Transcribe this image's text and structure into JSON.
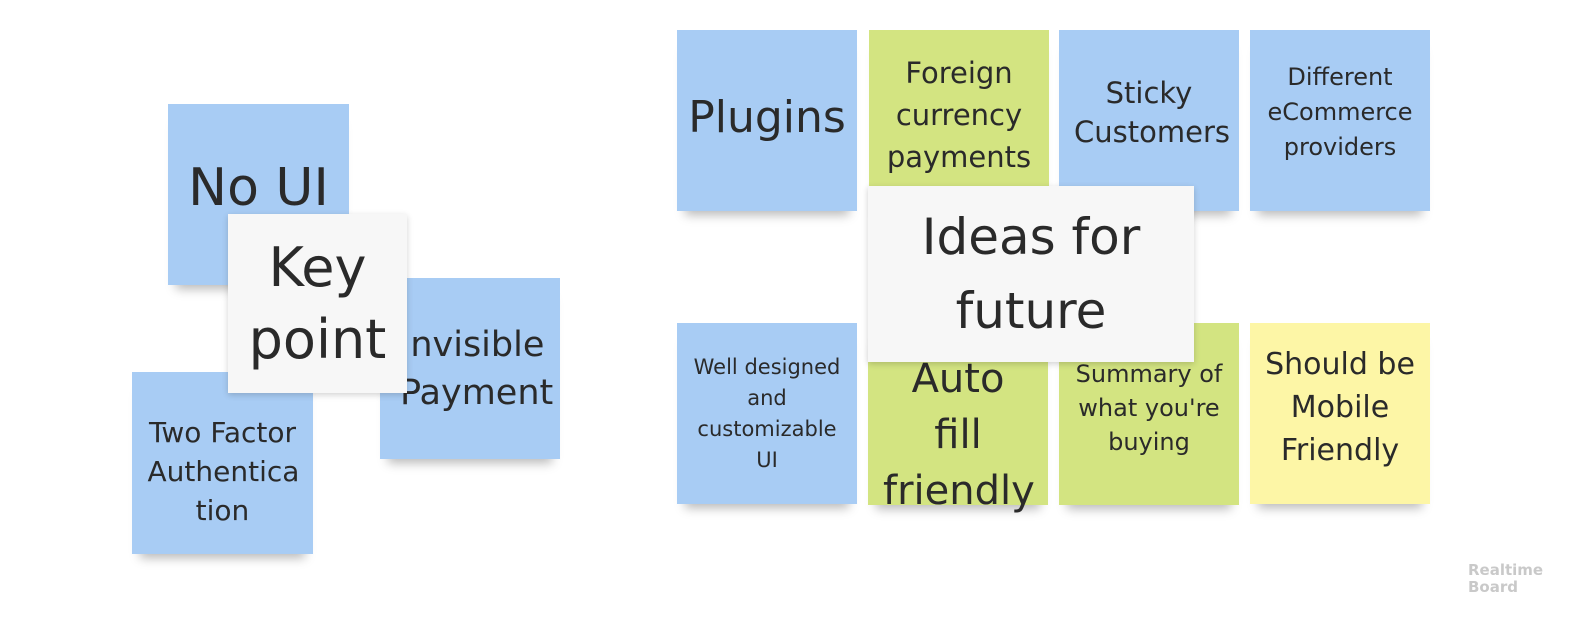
{
  "board": {
    "notes": {
      "no_ui": "No UI",
      "two_factor": "Two Factor Authentica tion",
      "invisible_payment": "Invisible Payment",
      "key_point": "Key point",
      "plugins": "Plugins",
      "foreign_currency": "Foreign currency payments",
      "sticky_customers": "Sticky Customers",
      "different_ecommerce": "Different eCommerce providers",
      "well_designed": "Well designed and customizable UI",
      "auto_fill": "Auto fill friendly",
      "summary": "Summary of what you're buying",
      "mobile_friendly": "Should be Mobile Friendly",
      "ideas_for_future": "Ideas for future"
    },
    "colors": {
      "blue": "#a8ccf4",
      "green": "#d3e481",
      "yellow": "#fdf6a6",
      "white": "#f7f7f7"
    }
  },
  "logo": {
    "line1": "Realtime",
    "line2": "Board"
  }
}
